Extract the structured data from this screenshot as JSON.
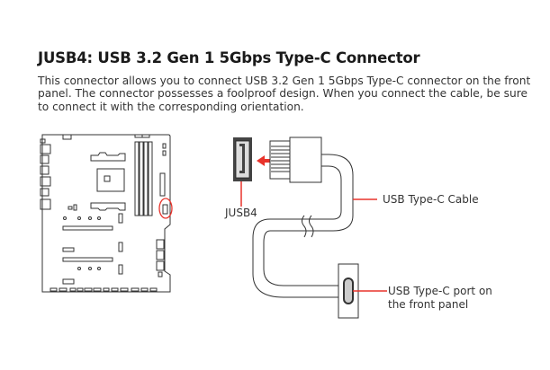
{
  "heading": "JUSB4: USB 3.2 Gen 1 5Gbps Type-C Connector",
  "description": "This connector allows you to connect USB 3.2 Gen 1 5Gbps Type-C connector on the front panel. The connector possesses a foolproof design. When you connect the cable, be sure to connect it with the corresponding orientation.",
  "labels": {
    "connector": "JUSB4",
    "cable": "USB Type-C Cable",
    "port_line1": "USB Type-C port on",
    "port_line2": "the front panel"
  },
  "colors": {
    "accent": "#e8332b",
    "line": "#333333"
  }
}
